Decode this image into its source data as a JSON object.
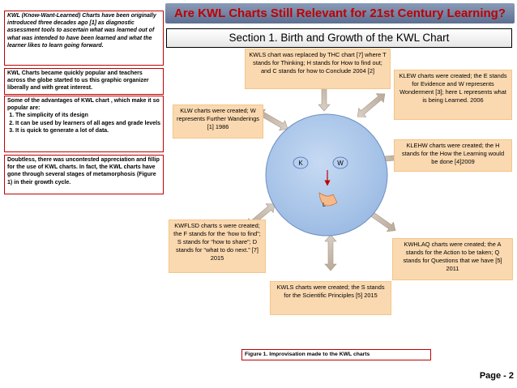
{
  "banner": {
    "title": "Are KWL Charts Still Relevant for 21st Century Learning?"
  },
  "section": {
    "title": "Section 1. Birth and Growth of the KWL Chart"
  },
  "left": {
    "intro": "KWL (Know-Want-Learned) Charts have been originally introduced three decades ago [1] as diagnostic assessment tools to ascertain what was learned  out of what was intended to have been learned and what the learner likes to learn going forward.",
    "popular": "KWL Charts became quickly popular and teachers across the globe started to us this graphic organizer liberally and with great interest.",
    "advantages_heading": "Some of the advantages of KWL chart , which make it so popular are:",
    "advantages": [
      "The simplicity of its design",
      "It can be used by learners of all ages and grade levels",
      "It is quick to generate a lot of data."
    ],
    "metamorphosis": "Doubtless, there was uncontested appreciation and fillip for the use of KWL charts.  In fact, the KWL charts have gone through several stages of metamorphosis  (Figure 1) in their growth cycle."
  },
  "face": {
    "left_eye": "K",
    "right_eye": "W",
    "mouth": "L",
    "color": "#a8c4e8"
  },
  "boxes": {
    "kwls": "KWLS chart  was replaced by THC chart [7] where T stands for Thinking; H stands for How to find out; and C stands for how to Conclude 2004 [2]",
    "klew": "KLEW charts  were created; the E stands for Evidence and W represents Wonderment [3]; here L represents what is being Learned. 2006",
    "klw": "KLW charts  were created; W  represents Further Wanderings [1] 1986",
    "klehw": "KLEHW charts  were created; the H stands for the How the Learning would be done [4]2009",
    "kwflsd": "KWFLSD charts s  were created; the F stands for the ‘how to find”; S stands for “how to share”; D stands for “what to do next.” [7] 2015",
    "kwhlaq": "KWHLAQ charts  were created; the A stands for the Action to be taken; Q stands for Questions that we have [5] 2011",
    "kwls2": "KWLS charts  were created; the S stands for the Scientific Principles [5] 2015"
  },
  "caption": "Figure 1. Improvisation made to the KWL charts",
  "page": "Page - 2",
  "colors": {
    "accent_red": "#c00000",
    "box_fill": "#fbd9b0",
    "banner": "#6e7fa0"
  }
}
